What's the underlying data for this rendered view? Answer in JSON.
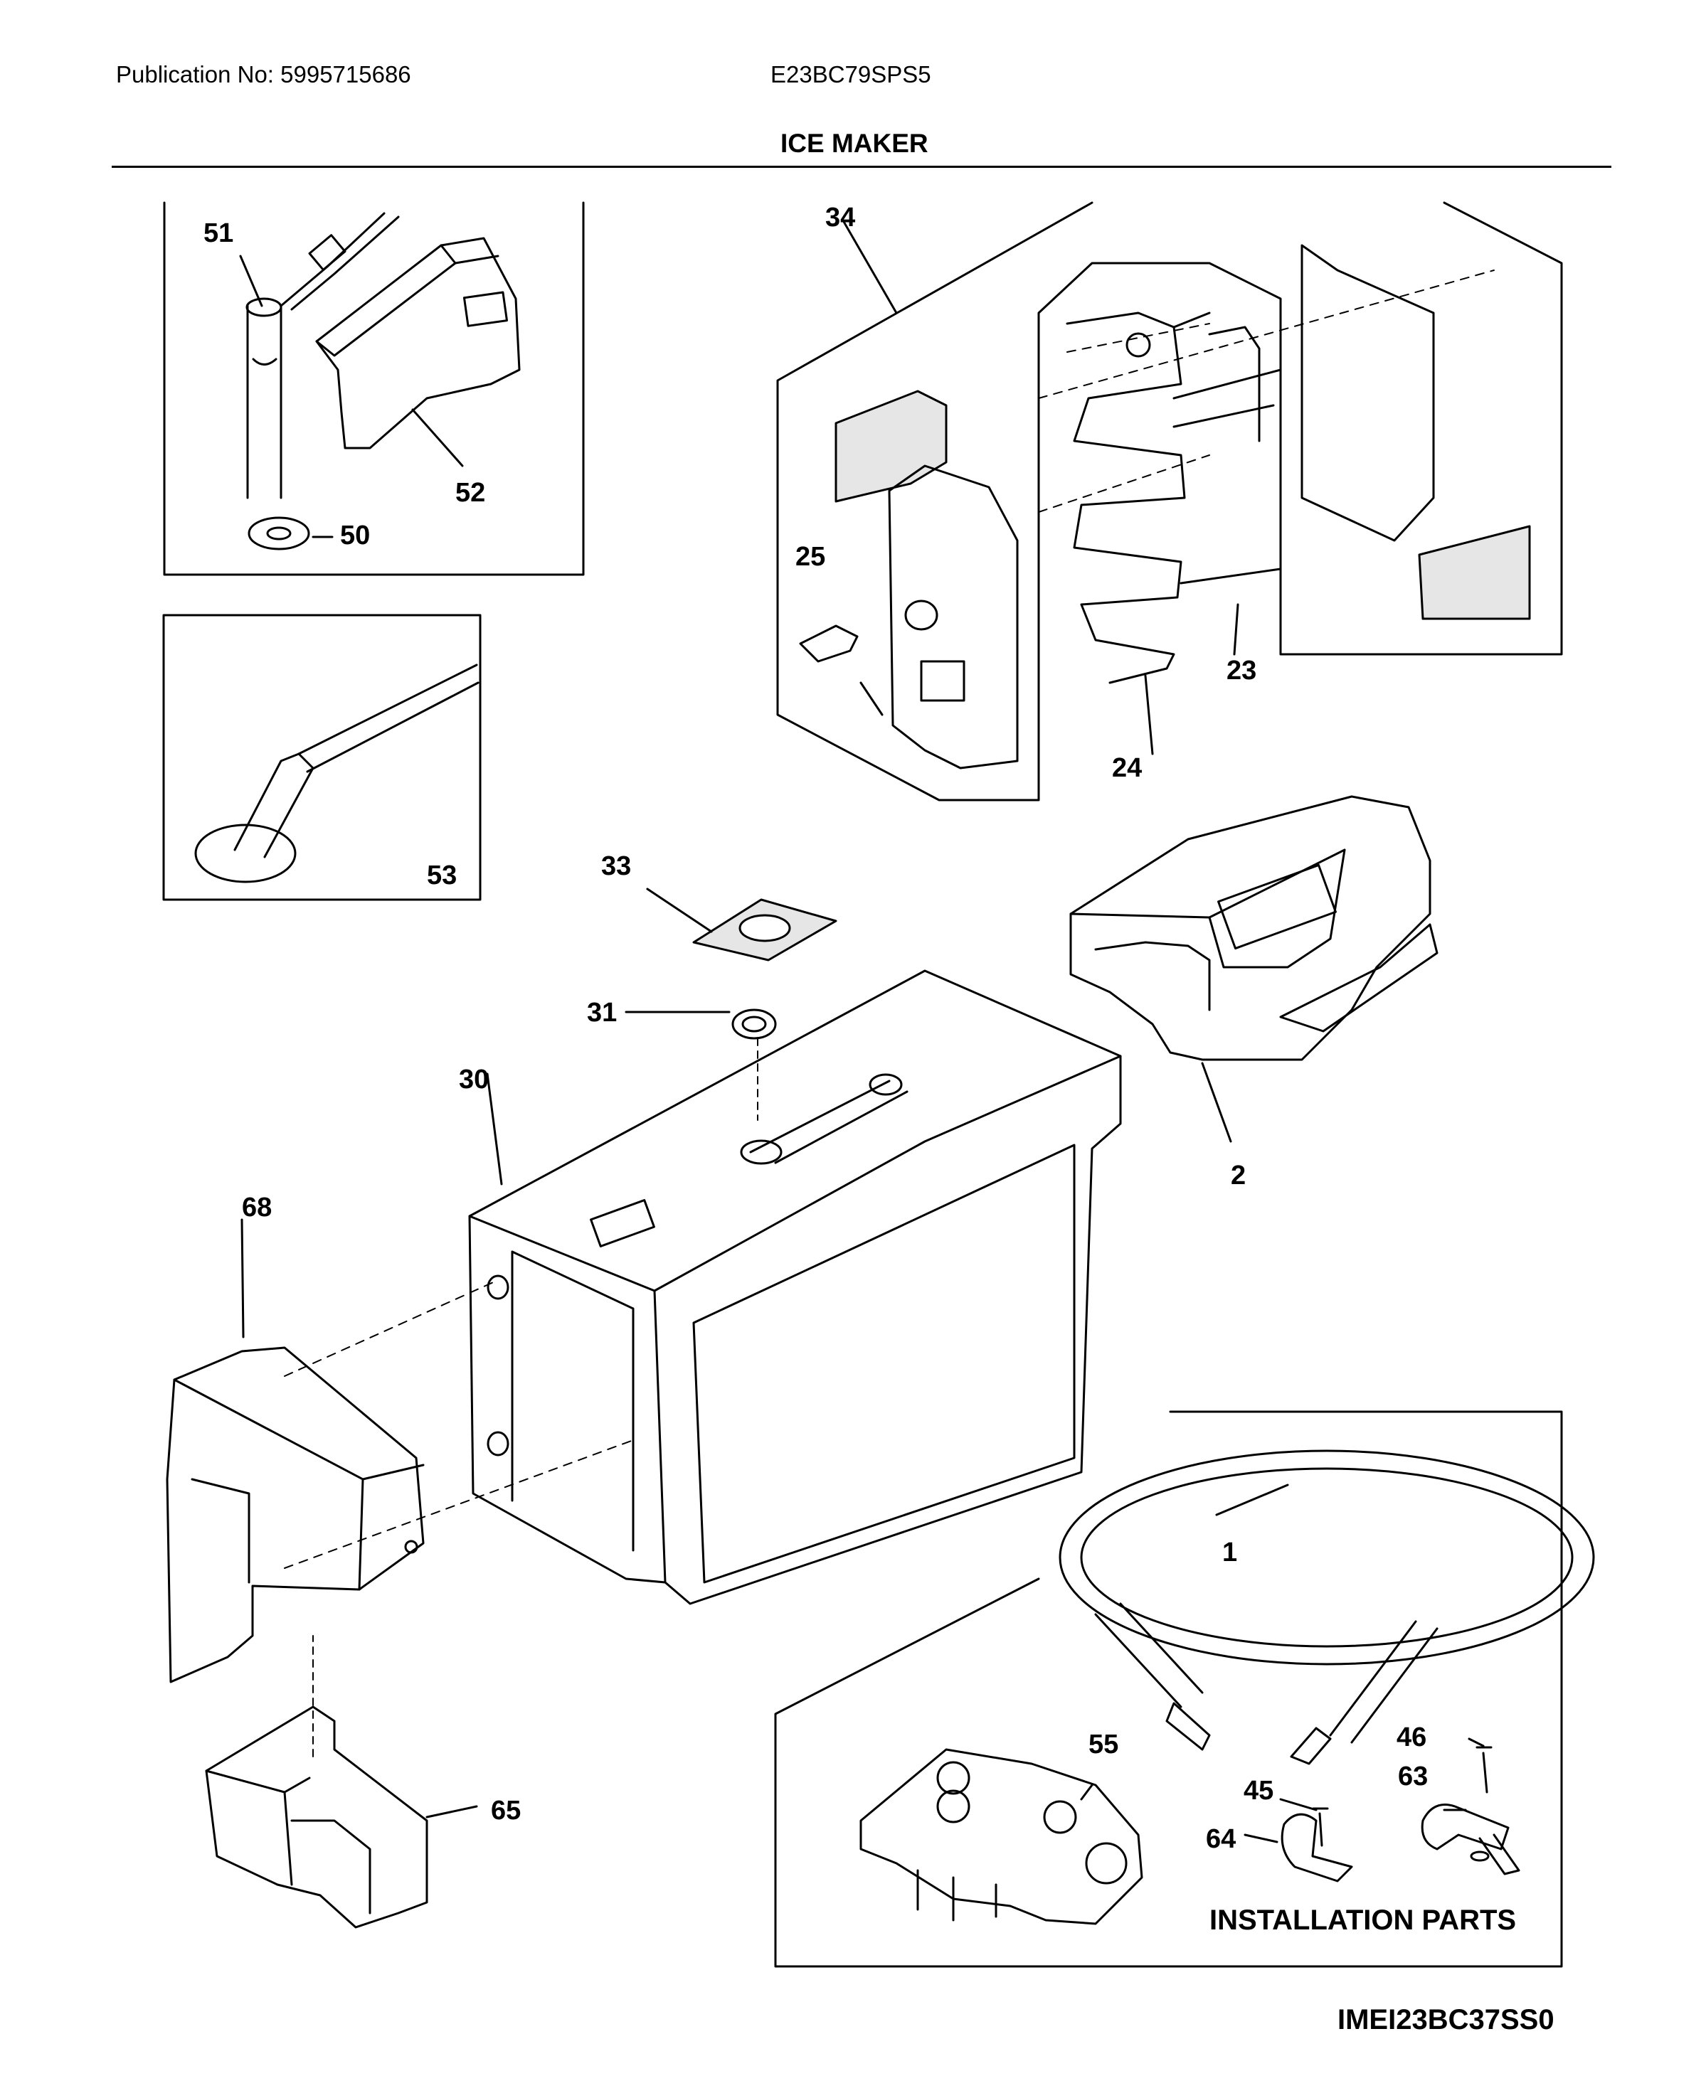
{
  "header": {
    "publication": "Publication No: 5995715686",
    "model": "E23BC79SPS5",
    "section_title": "ICE MAKER"
  },
  "parts": {
    "p1": "1",
    "p2": "2",
    "p23": "23",
    "p24": "24",
    "p25": "25",
    "p30": "30",
    "p31": "31",
    "p33": "33",
    "p34": "34",
    "p45": "45",
    "p46": "46",
    "p50": "50",
    "p51": "51",
    "p52": "52",
    "p53": "53",
    "p55": "55",
    "p63": "63",
    "p64": "64",
    "p65": "65",
    "p68": "68"
  },
  "installation_label": "INSTALLATION PARTS",
  "diagram_code": "IMEI23BC37SS0"
}
